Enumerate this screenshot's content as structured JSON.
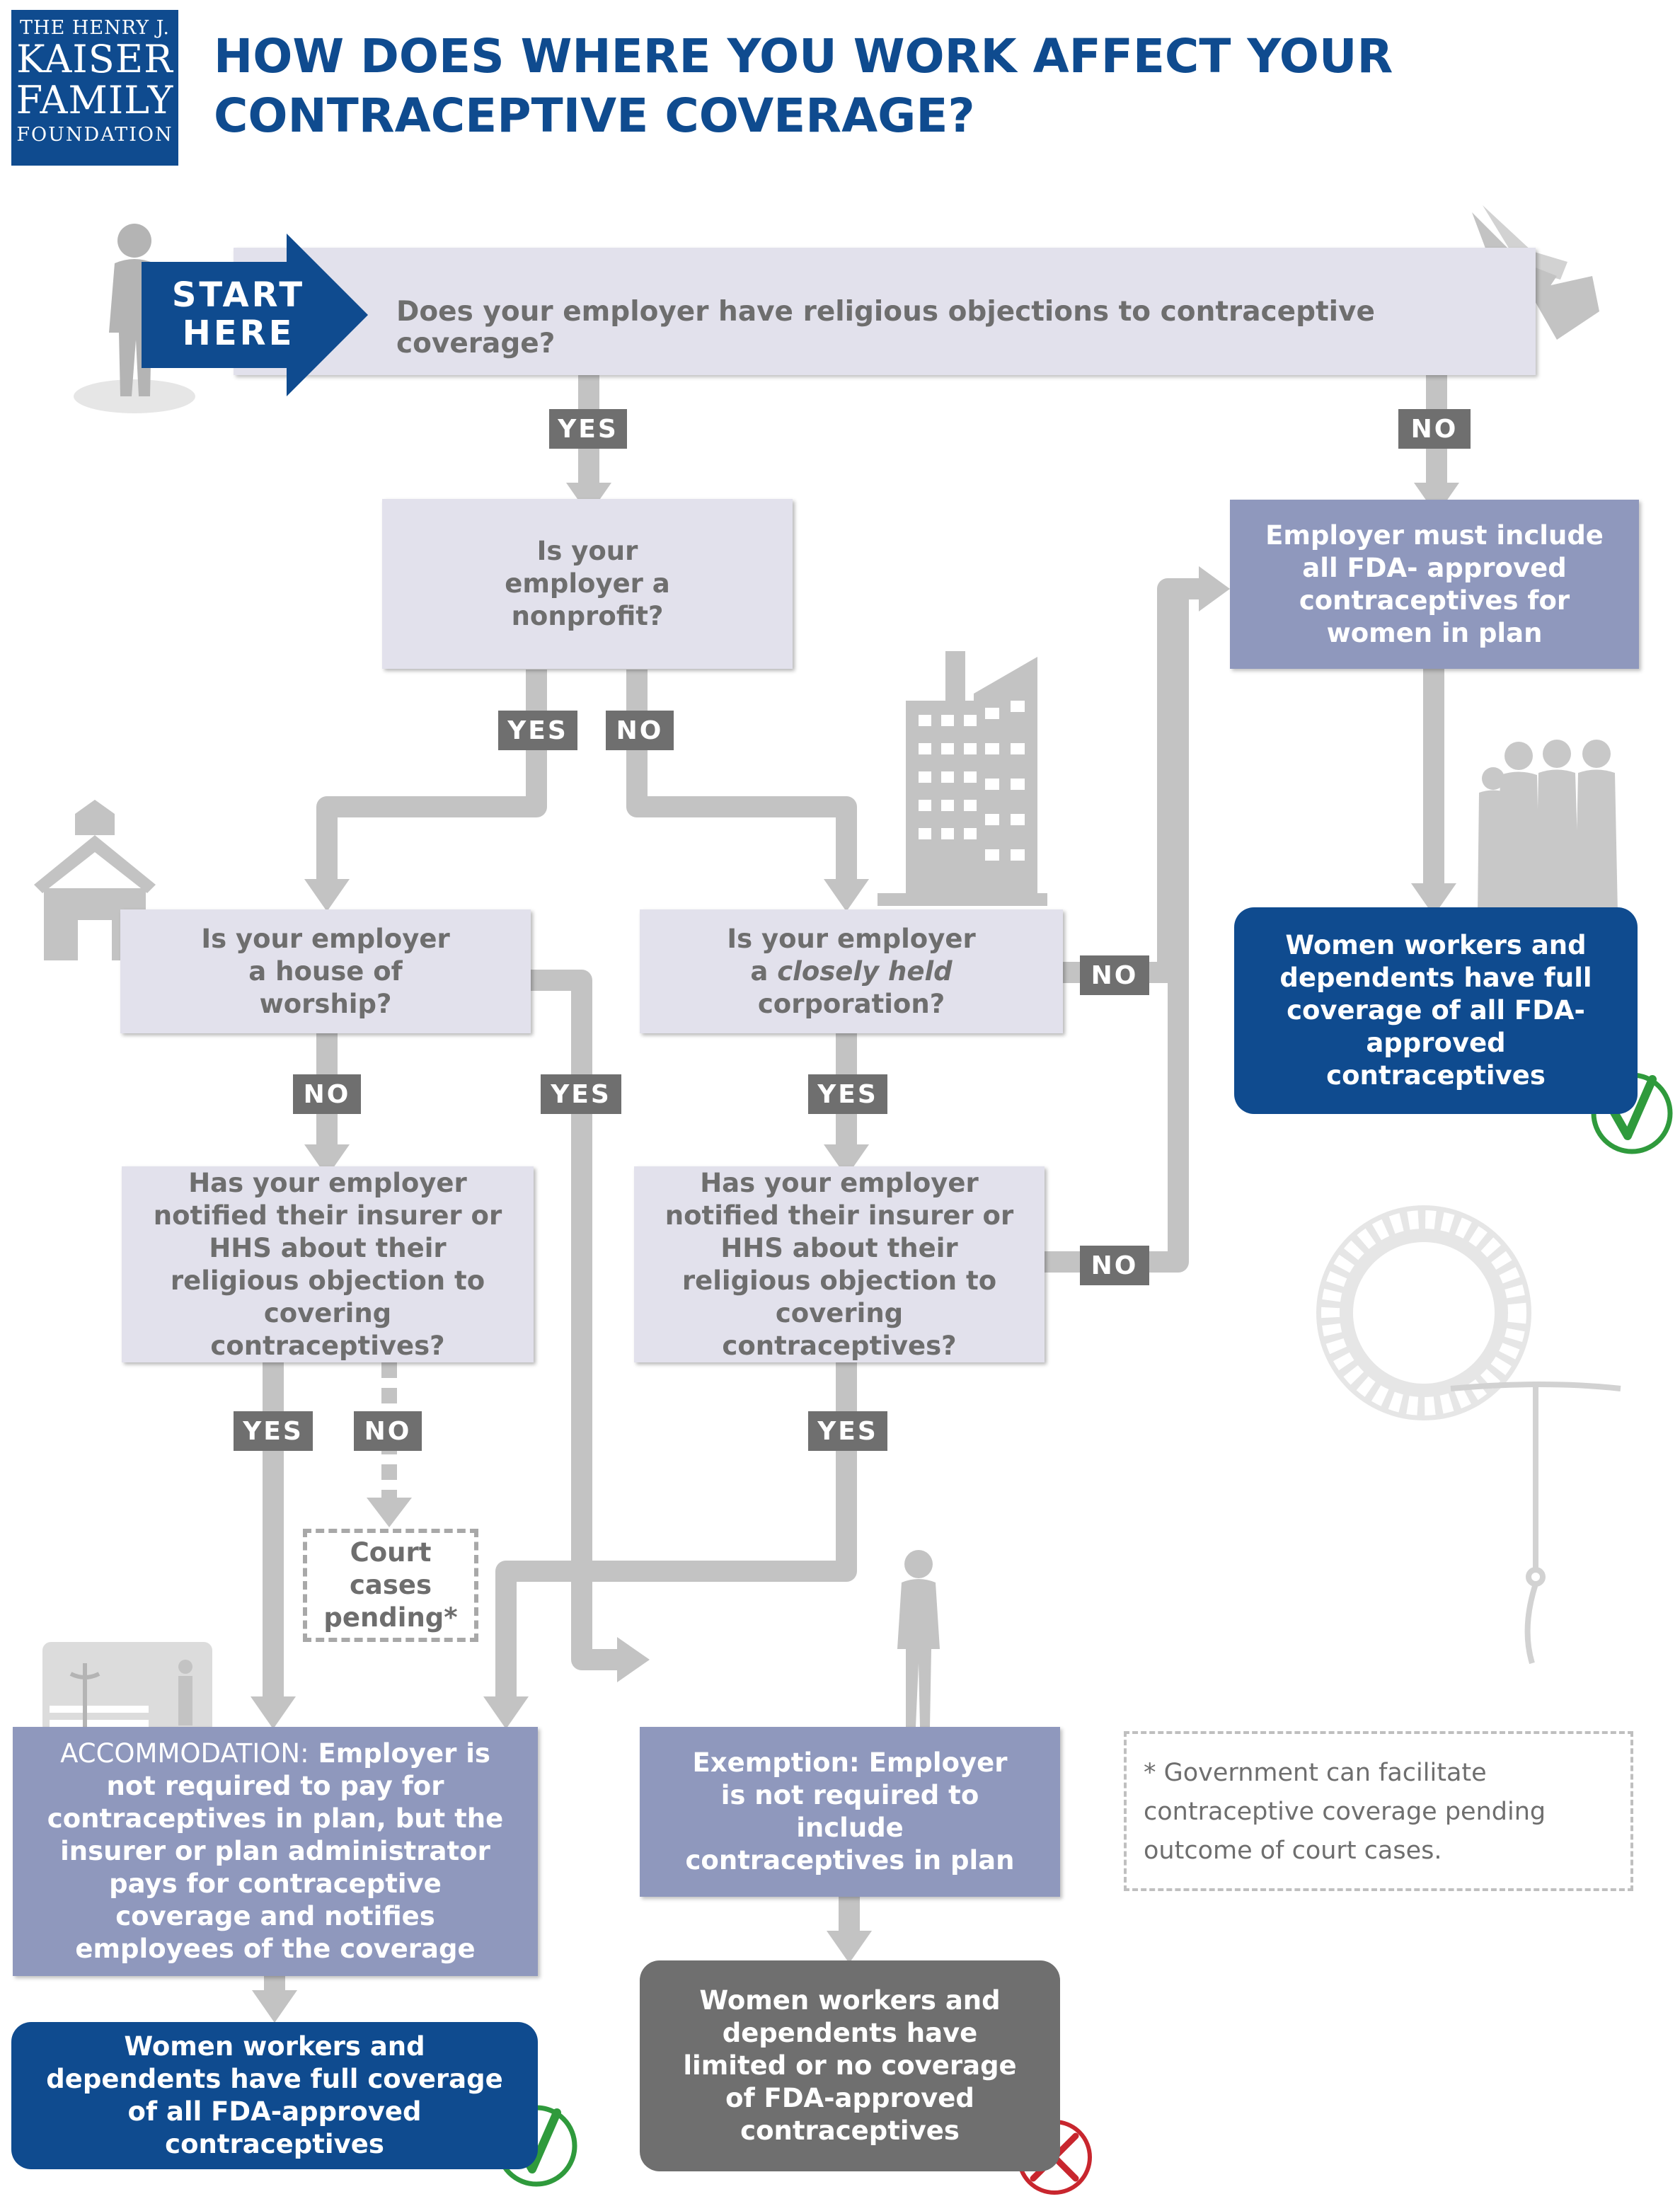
{
  "logo": {
    "line1": "THE HENRY J.",
    "line2": "KAISER",
    "line3": "FAMILY",
    "line4": "FOUNDATION"
  },
  "title": "HOW DOES WHERE YOU WORK AFFECT YOUR CONTRACEPTIVE COVERAGE?",
  "start": {
    "line1": "START",
    "line2": "HERE"
  },
  "q_religious": "Does your employer have religious objections to contraceptive coverage?",
  "q_nonprofit": "Is your employer a nonprofit?",
  "q_worship": "Is your employer a house of worship?",
  "q_closely": {
    "pre": "Is your employer a ",
    "em": "closely held",
    "post": " corporation?"
  },
  "q_notified_left": "Has your employer notified their insurer or HHS about their religious objection to covering contraceptives?",
  "q_notified_right": "Has your employer notified their insurer or HHS about their religious objection to covering contraceptives?",
  "must_include": "Employer must include all FDA- approved contraceptives for women in plan",
  "full_cov_right": "Women workers and dependents have full coverage of all FDA-approved contraceptives",
  "court_cases": "Court cases pending*",
  "accommodation": {
    "label": "ACCOMMODATION:",
    "text": " Employer is not required to pay for contraceptives in plan, but the insurer or plan administrator pays for contraceptive coverage and notifies employees of the coverage"
  },
  "exemption": "Exemption: Employer is not required to include contraceptives in plan",
  "full_cov_left": "Women workers and dependents have full coverage of all FDA-approved contraceptives",
  "limited_cov": "Women workers and dependents have limited or no coverage of FDA-approved contraceptives",
  "footnote": {
    "star": "*",
    "text": "Government can facilitate contraceptive coverage pending outcome of court cases."
  },
  "labels": {
    "yes": "YES",
    "no": "NO"
  },
  "colors": {
    "brand_blue": "#0f4b8f",
    "question_bg": "#e2e1ec",
    "mid_blue": "#8f98bd",
    "connector": "#c3c3c3",
    "check_green": "#2f9a3c",
    "cross_red": "#c8262e"
  },
  "icons": [
    "person-silhouette-icon",
    "hands-icon",
    "church-icon",
    "buildings-icon",
    "group-silhouette-icon",
    "businessman-icon",
    "insurance-card-icon",
    "pill-pack-icon",
    "iud-icon",
    "checkmark-icon",
    "cross-icon"
  ]
}
